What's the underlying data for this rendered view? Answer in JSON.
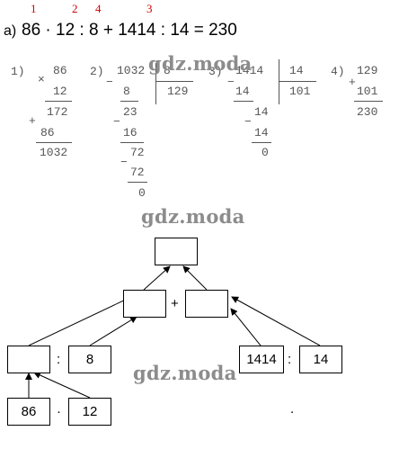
{
  "order_numbers": [
    "1",
    "2",
    "4",
    "3"
  ],
  "expression": {
    "label": "а)",
    "text": "86 · 12 : 8 + 1414 : 14 = 230"
  },
  "step1": {
    "label": "1)",
    "sign": "×",
    "factor_a": "86",
    "factor_b": "12",
    "partial_sign": "+",
    "partial_1": "172",
    "partial_2": "86",
    "result": "1032"
  },
  "step2": {
    "label": "2)",
    "minus": "−",
    "dividend": "1032",
    "divisor": "8",
    "quotient": "129",
    "rows": [
      "8",
      "23",
      "16",
      "72",
      "72",
      "0"
    ]
  },
  "step3": {
    "label": "3)",
    "minus": "−",
    "dividend": "1414",
    "divisor": "14",
    "quotient": "101",
    "rows": [
      "14",
      "14",
      "14",
      "0"
    ]
  },
  "step4": {
    "label": "4)",
    "sign": "+",
    "addend_a": "129",
    "addend_b": "101",
    "result": "230"
  },
  "watermark": "gdz.moda",
  "diagram": {
    "top_box": "",
    "mid_left_box": "",
    "mid_right_box": "",
    "plus_sign": "+",
    "left_empty_box": "",
    "divide_sign_left": ":",
    "box_8": "8",
    "box_1414": "1414",
    "divide_sign_right": ":",
    "box_14": "14",
    "box_86": "86",
    "multiply_sign": "·",
    "box_12": "12",
    "stray_dot": "."
  }
}
